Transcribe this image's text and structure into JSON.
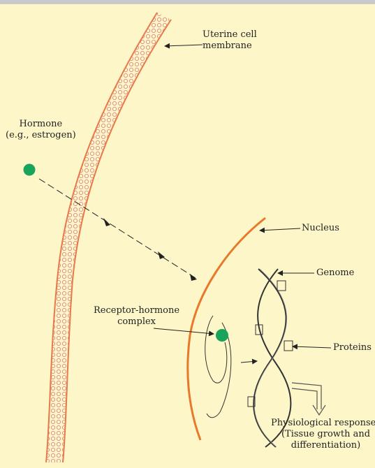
{
  "labels": {
    "uterine_line1": "Uterine cell",
    "uterine_line2": "membrane",
    "hormone_line1": "Hormone",
    "hormone_line2": "(e.g., estrogen)",
    "nucleus": "Nucleus",
    "genome": "Genome",
    "receptor_line1": "Receptor-hormone",
    "receptor_line2": "complex",
    "proteins": "Proteins",
    "physio_line1": "Physiological responses",
    "physio_line2": "(Tissue growth and",
    "physio_line3": "differentiation)"
  },
  "colors": {
    "background": "#fdf6c8",
    "membrane": "#e8794a",
    "nucleus": "#e8792a",
    "hormone": "#1aa35a"
  }
}
